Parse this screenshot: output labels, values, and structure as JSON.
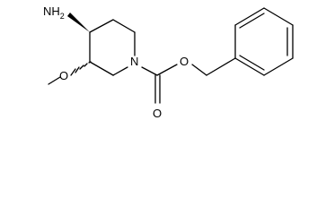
{
  "structure": {
    "atoms": {
      "amine": {
        "label": "NH",
        "subscript": "2"
      },
      "ring_nitrogen": {
        "label": "N"
      },
      "methoxy_oxygen": {
        "label": "O"
      },
      "carbonyl_oxygen": {
        "label": "O"
      },
      "ester_oxygen": {
        "label": "O"
      }
    }
  },
  "colors": {
    "ink": "#000000",
    "background": "#ffffff"
  }
}
